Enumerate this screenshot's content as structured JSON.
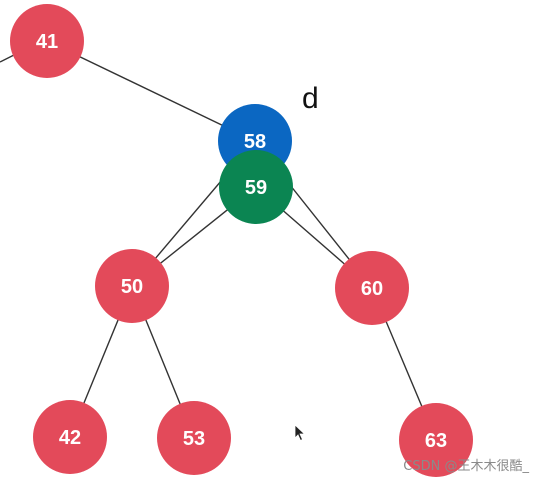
{
  "colors": {
    "node_red": "#e34a5a",
    "node_blue": "#0b67c2",
    "node_green": "#0b8552",
    "edge": "#333333"
  },
  "tree": {
    "nodes": [
      {
        "id": "n41",
        "label": "41",
        "color": "node_red"
      },
      {
        "id": "n58",
        "label": "58",
        "color": "node_blue"
      },
      {
        "id": "n59",
        "label": "59",
        "color": "node_green"
      },
      {
        "id": "n50",
        "label": "50",
        "color": "node_red"
      },
      {
        "id": "n60",
        "label": "60",
        "color": "node_red"
      },
      {
        "id": "n42",
        "label": "42",
        "color": "node_red"
      },
      {
        "id": "n53",
        "label": "53",
        "color": "node_red"
      },
      {
        "id": "n63",
        "label": "63",
        "color": "node_red"
      }
    ],
    "edges": [
      {
        "from": "n41",
        "to": "n58"
      },
      {
        "from": "n58",
        "to": "n50"
      },
      {
        "from": "n59",
        "to": "n50"
      },
      {
        "from": "n58",
        "to": "n60"
      },
      {
        "from": "n59",
        "to": "n60"
      },
      {
        "from": "n50",
        "to": "n42"
      },
      {
        "from": "n50",
        "to": "n53"
      },
      {
        "from": "n60",
        "to": "n63"
      }
    ],
    "pointer_label": "d"
  },
  "watermark": "CSDN @王木木很酷_",
  "cursor_icon": "arrow-cursor"
}
